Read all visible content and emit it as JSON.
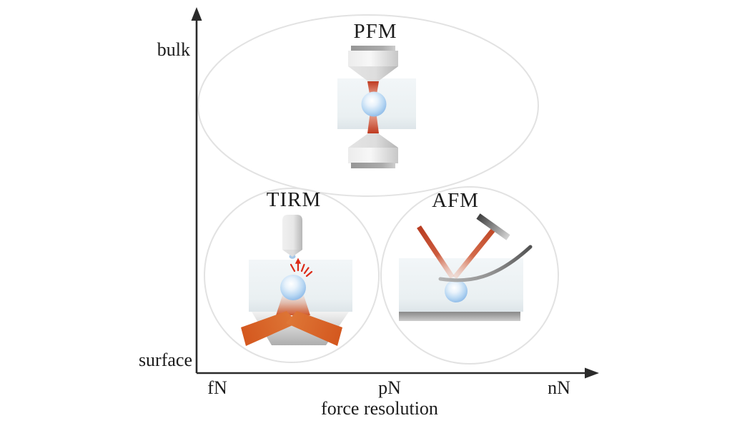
{
  "figure": {
    "axes": {
      "x": {
        "label": "force resolution",
        "ticks": [
          "fN",
          "pN",
          "nN"
        ]
      },
      "y": {
        "top_label": "bulk",
        "bottom_label": "surface"
      }
    },
    "techniques": [
      {
        "key": "pfm",
        "label": "PFM"
      },
      {
        "key": "tirm",
        "label": "TIRM"
      },
      {
        "key": "afm",
        "label": "AFM"
      }
    ],
    "colors": {
      "axis": "#2b2b2b",
      "region_outline": "#e2e2e2",
      "laser_orange": "#cc4f28",
      "scatter_red": "#dc2b18",
      "bead_blue": "#7aabdf",
      "metal_gray": "#c9c9c9"
    }
  }
}
